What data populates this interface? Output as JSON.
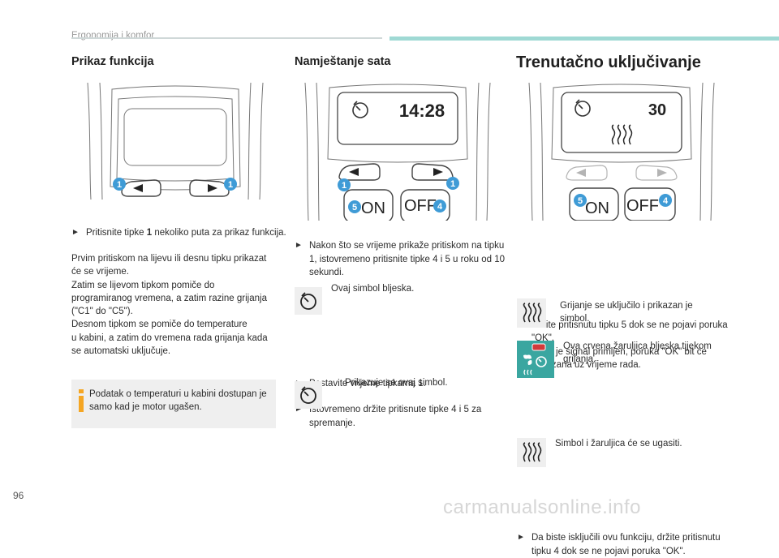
{
  "header": {
    "section": "Ergonomija i komfor"
  },
  "page_number": "96",
  "watermark": "carmanualsonline.info",
  "col1": {
    "title": "Prikaz funkcija",
    "bullet_marker": "",
    "p1a": "Pritisnite tipke ",
    "p1b": "1",
    "p1c": " nekoliko puta za prikaz funkcija.",
    "lines": [
      "Prvim pritiskom na lijevu ili desnu tipku prikazat",
      "će se vrijeme.",
      "Zatim se lijevom tipkom pomiče do",
      "programiranog vremena, a zatim razine grijanja",
      "(\"C1\" do \"C5\").",
      "Desnom tipkom se pomiče do temperature",
      "u kabini, a zatim do vremena rada grijanja kada",
      "se automatski uključuje."
    ],
    "info": "Podatak o temperaturi u kabini dostupan je samo kad je motor ugašen.",
    "fig_badges": [
      "1",
      "1"
    ]
  },
  "col2": {
    "title": "Namještanje sata",
    "display_time": "14:28",
    "btn_on": "ON",
    "btn_off": "OFF",
    "fig_badges": [
      "1",
      "1",
      "5",
      "4"
    ],
    "b1": "Nakon što se vrijeme prikaže pritiskom na tipku 1, istovremeno pritisnite tipke 4 i 5 u roku od 10 sekundi.",
    "sym1": "Ovaj simbol bljeska.",
    "b2": "Postavite vrijeme tipkama 1.",
    "b3": "Istovremeno držite pritisnute tipke 4 i 5 za spremanje.",
    "sym2": "Prikazuje se ovaj simbol."
  },
  "col3": {
    "title": "Trenutačno uključivanje",
    "display_value": "30",
    "btn_on": "ON",
    "btn_off": "OFF",
    "fig_badges": [
      "5",
      "4"
    ],
    "b1": "Držite pritisnutu tipku 5 dok se ne pojavi poruka \"OK\".",
    "b1_cont": "Kada je signal primljen, poruka \"OK\" bit će prikazana uz vrijeme rada.",
    "sym1": "Grijanje se uključilo i prikazan je simbol.",
    "sym2": "Ova crvena žaruljica bljeska tijekom grijanja.",
    "b2": "Da biste isključili ovu funkciju, držite pritisnutu tipku 4 dok se ne pojavi poruka \"OK\".",
    "sym3": "Simbol i žaruljica će se ugasiti."
  },
  "colors": {
    "accent": "#3aa6a0",
    "badge": "#3f9bd6",
    "red": "#d23a3a"
  }
}
